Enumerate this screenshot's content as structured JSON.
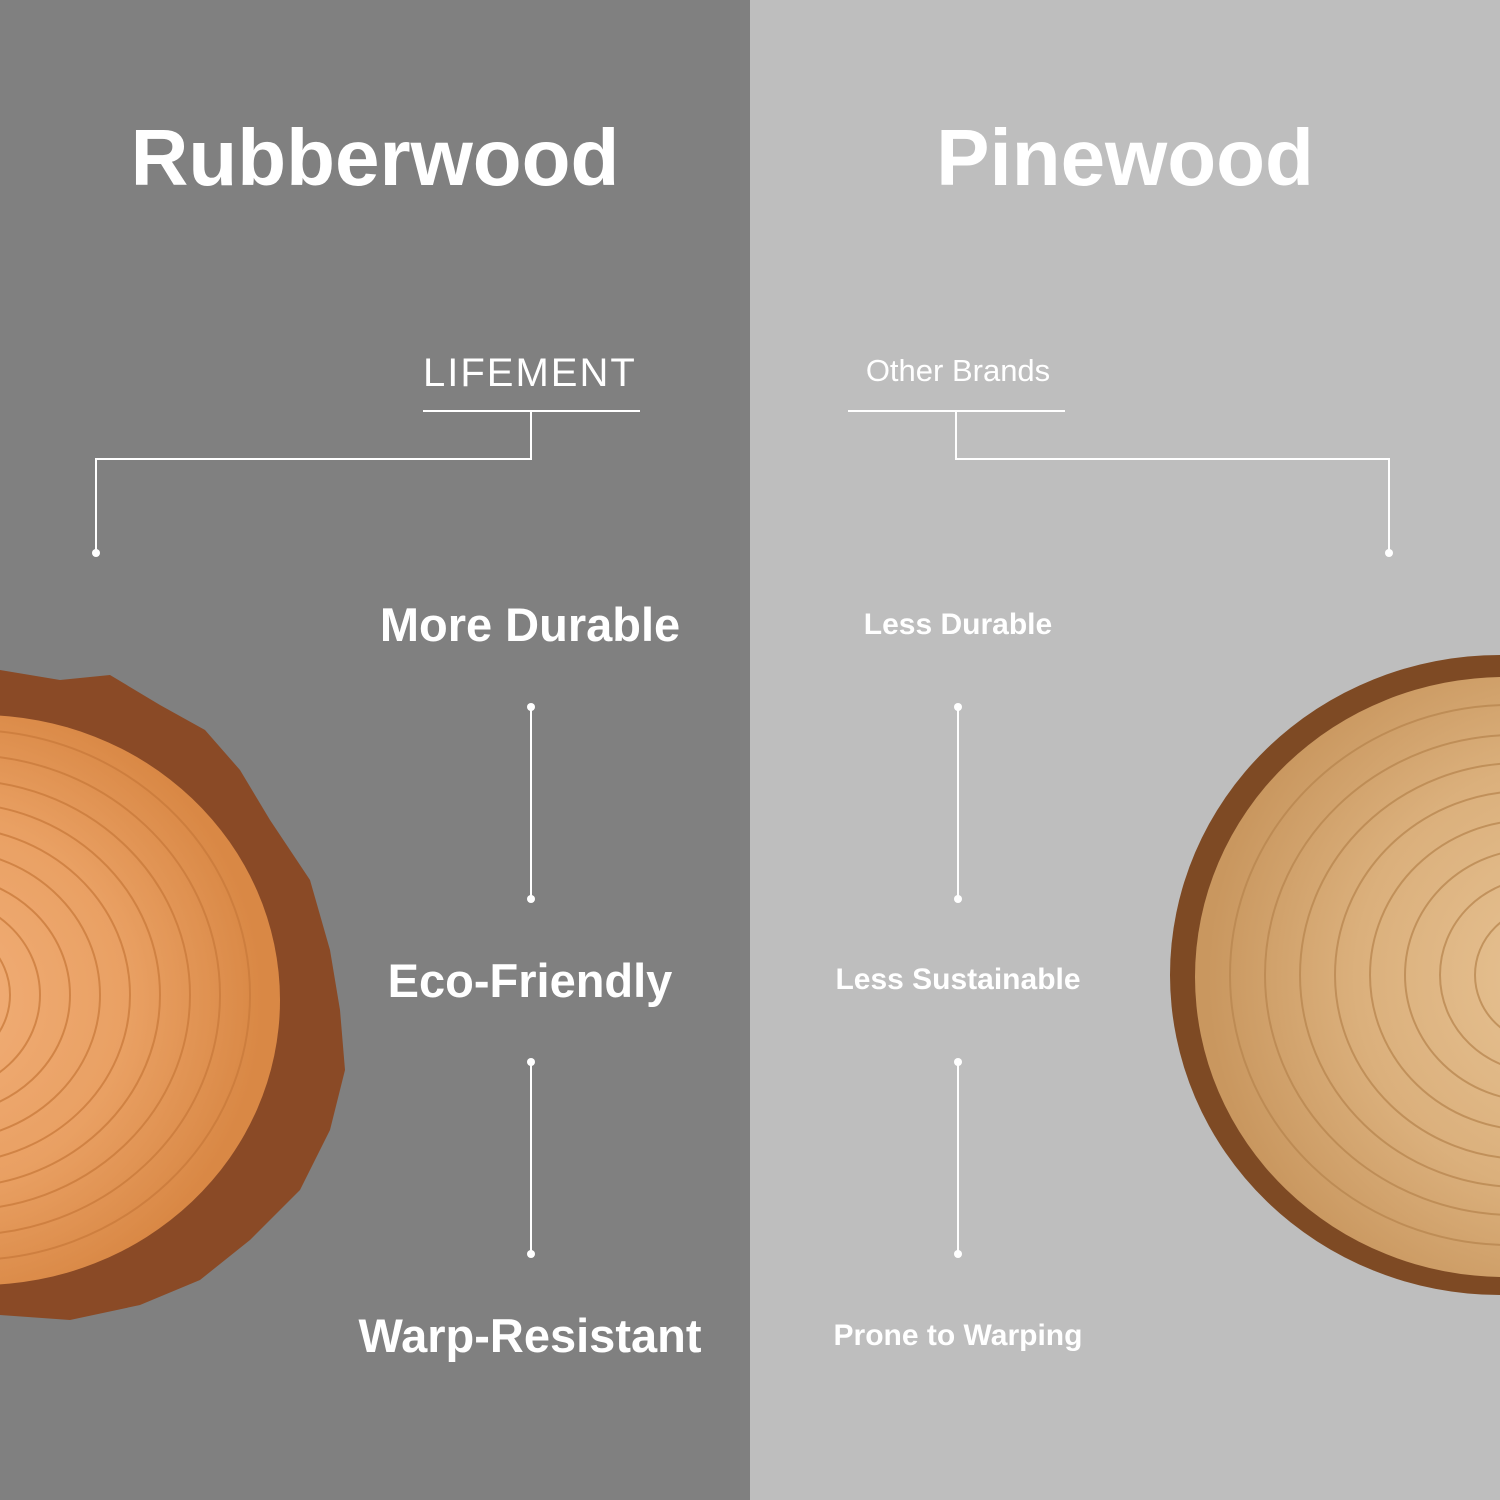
{
  "left": {
    "title": "Rubberwood",
    "brand": "LIFEMENT",
    "features": [
      "More Durable",
      "Eco-Friendly",
      "Warp-Resistant"
    ],
    "background": "#808080"
  },
  "right": {
    "title": "Pinewood",
    "brand": "Other Brands",
    "features": [
      "Less Durable",
      "Less Sustainable",
      "Prone to Warping"
    ],
    "background": "#bebebe"
  },
  "colors": {
    "text": "#ffffff",
    "line": "#ffffff"
  }
}
